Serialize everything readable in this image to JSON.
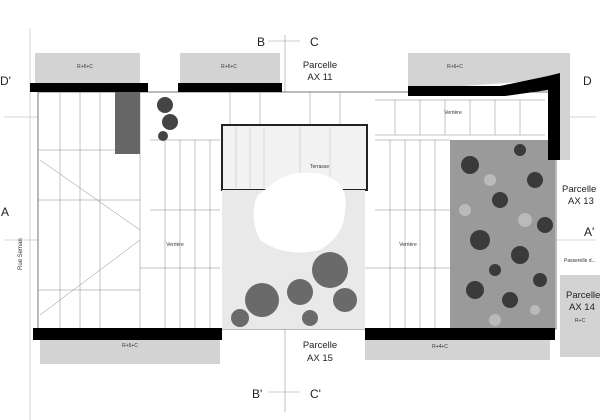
{
  "section_marks": {
    "a": "A",
    "a_prime": "A'",
    "b": "B",
    "c": "C",
    "b_prime": "B'",
    "c_prime": "C'",
    "d": "D",
    "d_prime": "D'"
  },
  "parcels": {
    "ax11": {
      "line1": "Parcelle",
      "line2": "AX 11"
    },
    "ax15": {
      "line1": "Parcelle",
      "line2": "AX 15"
    },
    "ax13": {
      "line1": "Parcelle",
      "line2": "AX 13"
    },
    "ax14": {
      "line1": "Parcelle",
      "line2": "AX 14"
    }
  },
  "buildings": {
    "top_left": "R+6+C",
    "top_mid": "R+6+C",
    "top_right": "R+6+C",
    "bottom_left": "R+5+C",
    "bottom_right": "R+4+C",
    "right_small": "R+C"
  },
  "street": "Rue Seman",
  "roof_labels": {
    "verriere_left": "Verrière",
    "verriere_right": "Verrière",
    "verriere_top": "Verrière",
    "terrasse": "Terrasse"
  },
  "note": "Passerelle d..."
}
